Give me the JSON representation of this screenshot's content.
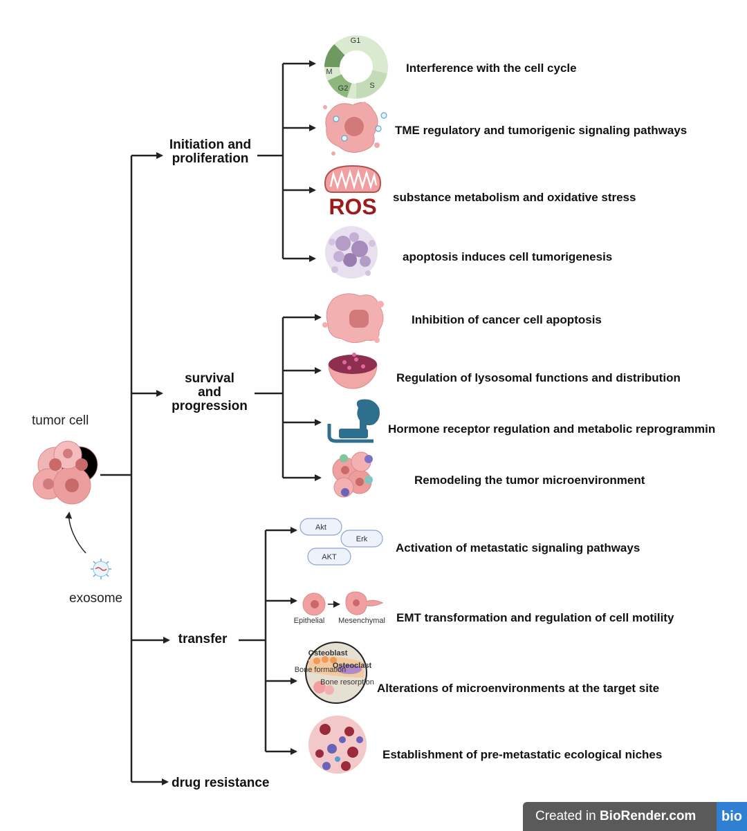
{
  "root": {
    "cell_label": "tumor cell",
    "exosome_label": "exosome"
  },
  "categories": {
    "initiation": "Initiation and proliferation",
    "survival": "survival and progression",
    "transfer": "transfer",
    "drug": "drug resistance"
  },
  "items": {
    "cell_cycle": "Interference with the cell cycle",
    "tme_signaling": "TME regulatory and tumorigenic signaling pathways",
    "metabolism": "substance metabolism and oxidative stress",
    "apoptosis_induces": "apoptosis induces cell tumorigenesis",
    "inhibition": "Inhibition of cancer cell apoptosis",
    "lysosome": "Regulation of lysosomal functions and distribution",
    "hormone": "Hormone receptor regulation and metabolic reprogrammin",
    "remodeling": "Remodeling the tumor microenvironment",
    "metastatic": "Activation of metastatic signaling pathways",
    "emt": "EMT transformation and regulation of cell motility",
    "alterations": "Alterations of microenvironments at the target site",
    "niches": "Establishment of pre-metastatic ecological niches"
  },
  "icons": {
    "cycle_phases": [
      "G1",
      "S",
      "G2",
      "M"
    ],
    "ros_text": "ROS",
    "pills": [
      "Akt",
      "Erk",
      "AKT"
    ],
    "emt_labels": [
      "Epithelial",
      "Mesenchymal"
    ],
    "bone_labels": [
      "Osteoblast",
      "Osteoclast",
      "Bone formation",
      "Bone resorption"
    ]
  },
  "footer": {
    "prefix": "Created in ",
    "brand": "BioRender.com",
    "logo": "bio"
  },
  "colors": {
    "cell_pink": "#ee9b9b",
    "cell_dark": "#c96a6a",
    "ros_red": "#9b1c1c",
    "purple": "#9a7db0",
    "teal": "#2e6f8e",
    "green_cycle": "#7aa56a",
    "badge_bg": "#5a5a5a",
    "badge_logo": "#2f7fd3"
  }
}
